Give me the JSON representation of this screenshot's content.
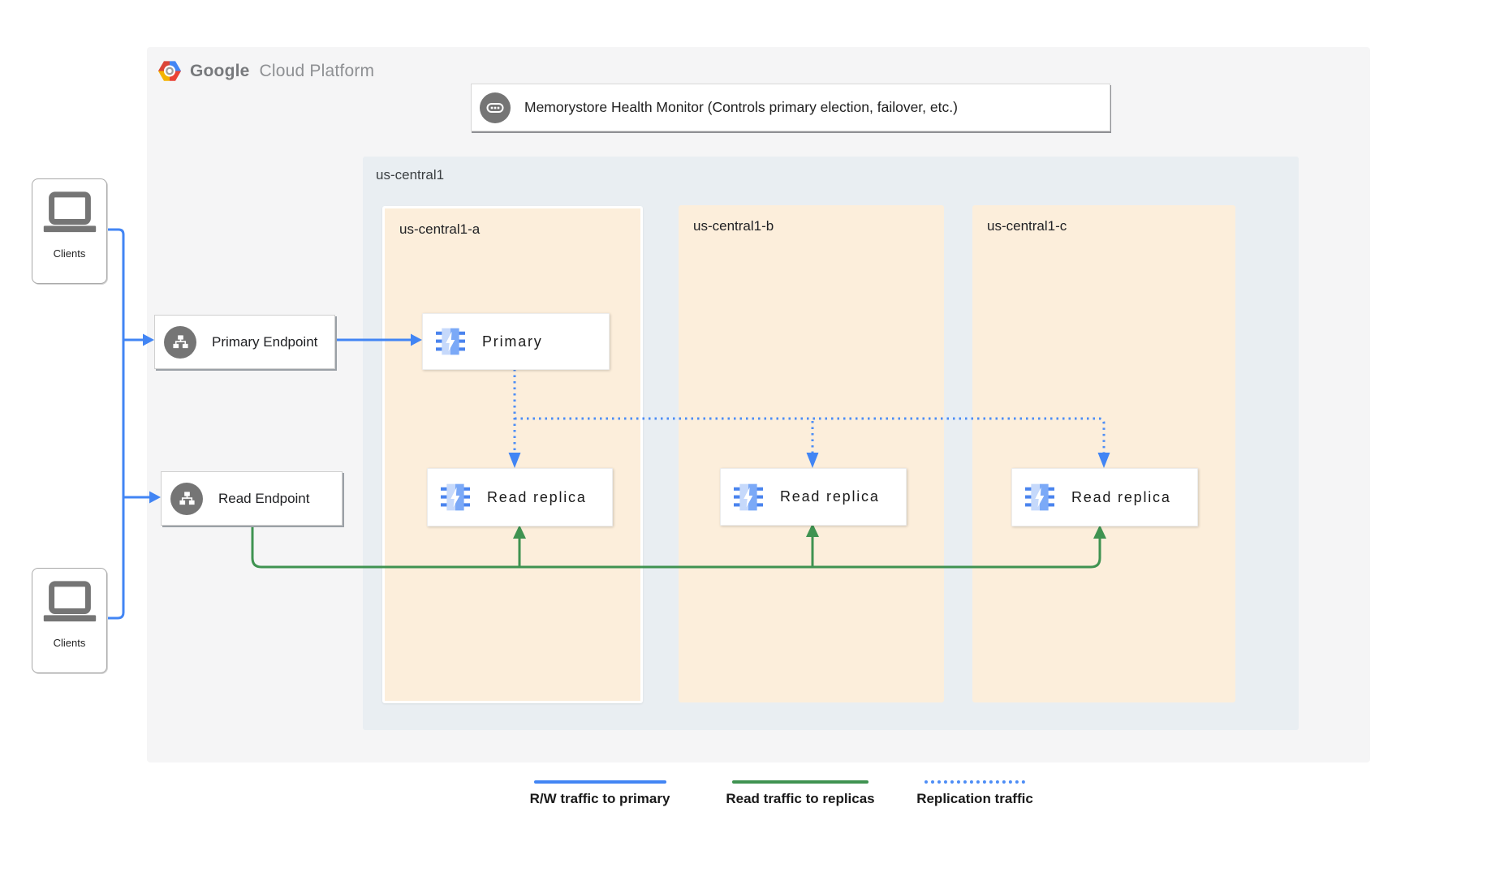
{
  "brand": {
    "google": "Google",
    "suffix": "Cloud Platform"
  },
  "monitor": {
    "label": "Memorystore Health Monitor (Controls primary election, failover, etc.)"
  },
  "clients": {
    "top_label": "Clients",
    "bottom_label": "Clients"
  },
  "endpoints": {
    "primary_label": "Primary Endpoint",
    "read_label": "Read Endpoint"
  },
  "region": {
    "label": "us-central1",
    "zones": [
      {
        "label": "us-central1-a",
        "highlighted": true
      },
      {
        "label": "us-central1-b",
        "highlighted": false
      },
      {
        "label": "us-central1-c",
        "highlighted": false
      }
    ]
  },
  "nodes": {
    "primary": "Primary",
    "replica_a": "Read replica",
    "replica_b": "Read replica",
    "replica_c": "Read replica"
  },
  "legend": {
    "items": [
      {
        "label": "R/W traffic to primary",
        "line": "solid-blue"
      },
      {
        "label": "Read traffic to replicas",
        "line": "solid-green"
      },
      {
        "label": "Replication traffic",
        "line": "dotted-blue"
      }
    ]
  },
  "colors": {
    "blue": "#4285F4",
    "green": "#3F9351",
    "region_fill": "#E9EEF2",
    "zone_fill": "#FCEEDB",
    "container_fill": "#F5F5F6",
    "icon_gray": "#757575",
    "endpoint_shadow": "#9AA0A6"
  }
}
